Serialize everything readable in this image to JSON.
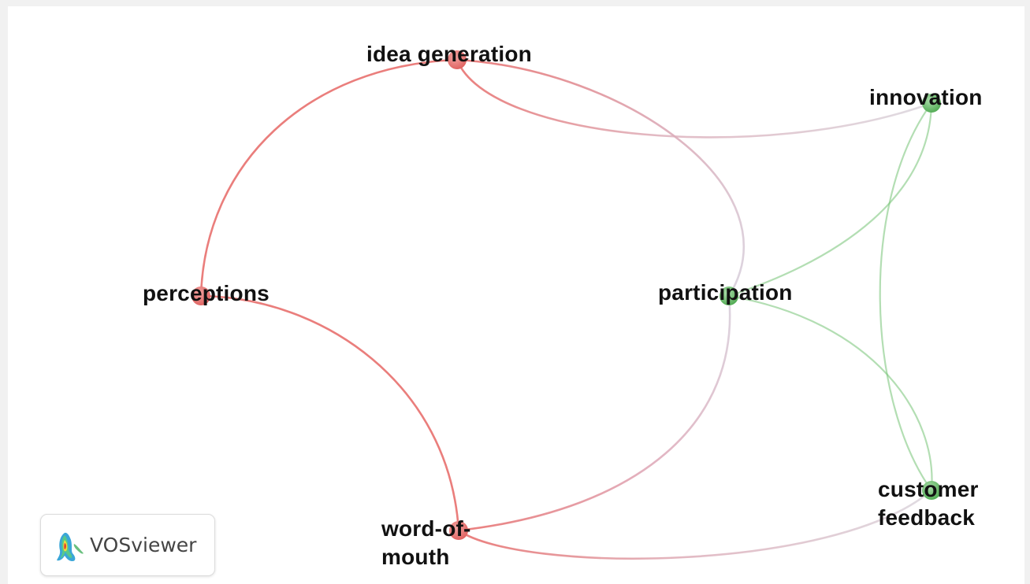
{
  "network": {
    "nodes": [
      {
        "id": "idea_generation",
        "label": "idea generation",
        "cluster": 1
      },
      {
        "id": "innovation",
        "label": "innovation",
        "cluster": 2
      },
      {
        "id": "perceptions",
        "label": "perceptions",
        "cluster": 1
      },
      {
        "id": "participation",
        "label": "participation",
        "cluster": 2
      },
      {
        "id": "word_of_mouth",
        "label": "word-of-\nmouth",
        "cluster": 1
      },
      {
        "id": "customer_feedback",
        "label": "customer\nfeedback",
        "cluster": 2
      }
    ],
    "links": [
      {
        "source": "idea_generation",
        "target": "perceptions"
      },
      {
        "source": "idea_generation",
        "target": "innovation"
      },
      {
        "source": "idea_generation",
        "target": "participation"
      },
      {
        "source": "perceptions",
        "target": "word_of_mouth"
      },
      {
        "source": "participation",
        "target": "word_of_mouth"
      },
      {
        "source": "word_of_mouth",
        "target": "customer_feedback"
      },
      {
        "source": "participation",
        "target": "innovation"
      },
      {
        "source": "participation",
        "target": "customer_feedback"
      },
      {
        "source": "innovation",
        "target": "customer_feedback"
      }
    ],
    "cluster_colors": {
      "1": "#e8706e",
      "2": "#74c374"
    },
    "mixed_link_color": "#dcd0d4"
  },
  "logo": {
    "text": "VOSviewer"
  }
}
